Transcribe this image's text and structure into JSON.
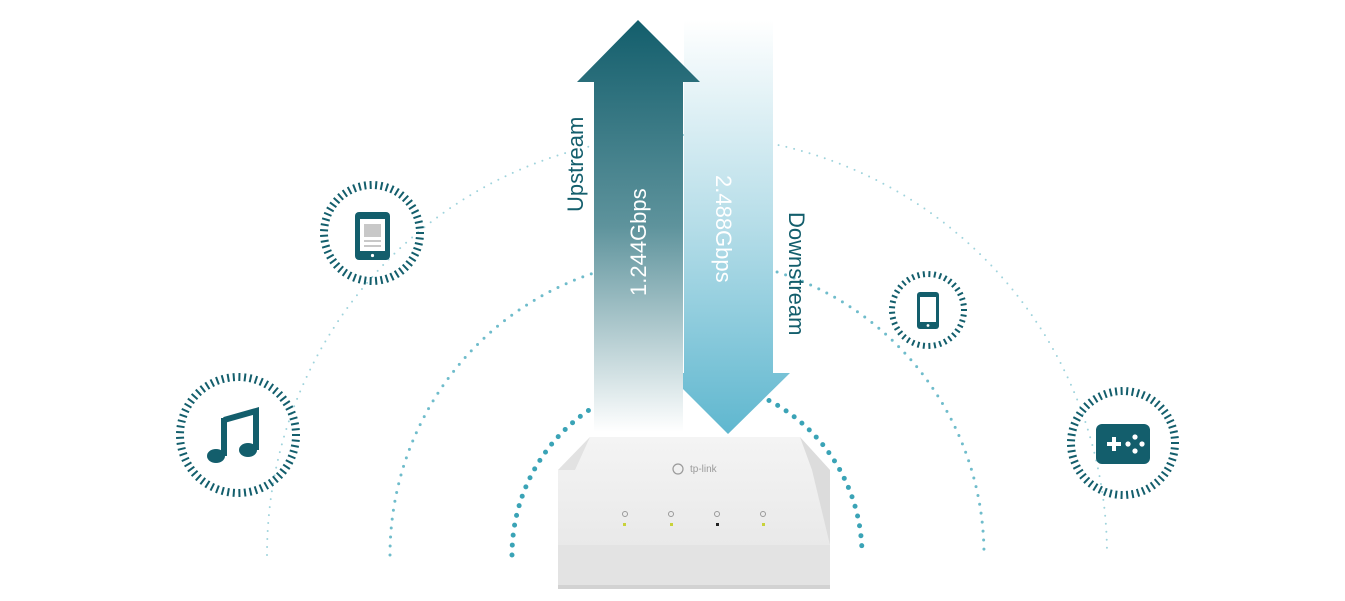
{
  "upstream": {
    "label": "Upstream",
    "speed": "1.244Gbps"
  },
  "downstream": {
    "label": "Downstream",
    "speed": "2.488Gbps"
  },
  "device": {
    "brand": "tp-link"
  },
  "devices": [
    {
      "name": "tablet-icon"
    },
    {
      "name": "music-icon"
    },
    {
      "name": "smartphone-icon"
    },
    {
      "name": "gamepad-icon"
    }
  ],
  "colors": {
    "dark_teal": "#135e6c",
    "light_blue": "#6bbfd6",
    "dots": "#4aaab8"
  }
}
